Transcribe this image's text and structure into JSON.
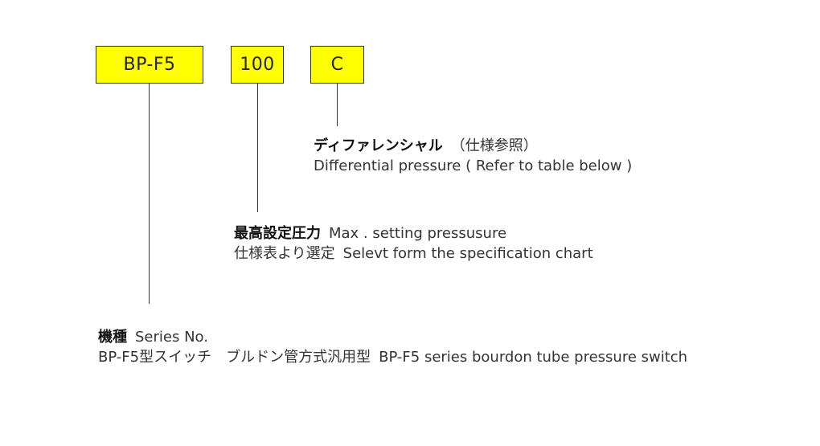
{
  "code_boxes": {
    "series": "BP-F5",
    "max_pressure": "100",
    "differential": "C"
  },
  "differential": {
    "title_jp": "ディファレンシャル",
    "title_jp_note": "（仕様参照）",
    "desc_en": "Differential pressure ( Refer to table below )"
  },
  "max_setting": {
    "title_jp": "最高設定圧力",
    "title_en": "Max . setting pressusure",
    "desc_jp": "仕様表より選定",
    "desc_en": "Selevt form the specification chart"
  },
  "series": {
    "title_jp": "機種",
    "title_en": "Series No.",
    "desc_jp": "BP-F5型スイッチ　ブルドン管方式汎用型",
    "desc_en": "BP-F5 series bourdon tube pressure switch"
  },
  "colors": {
    "box_fill": "#ffff00",
    "line": "#333333"
  }
}
